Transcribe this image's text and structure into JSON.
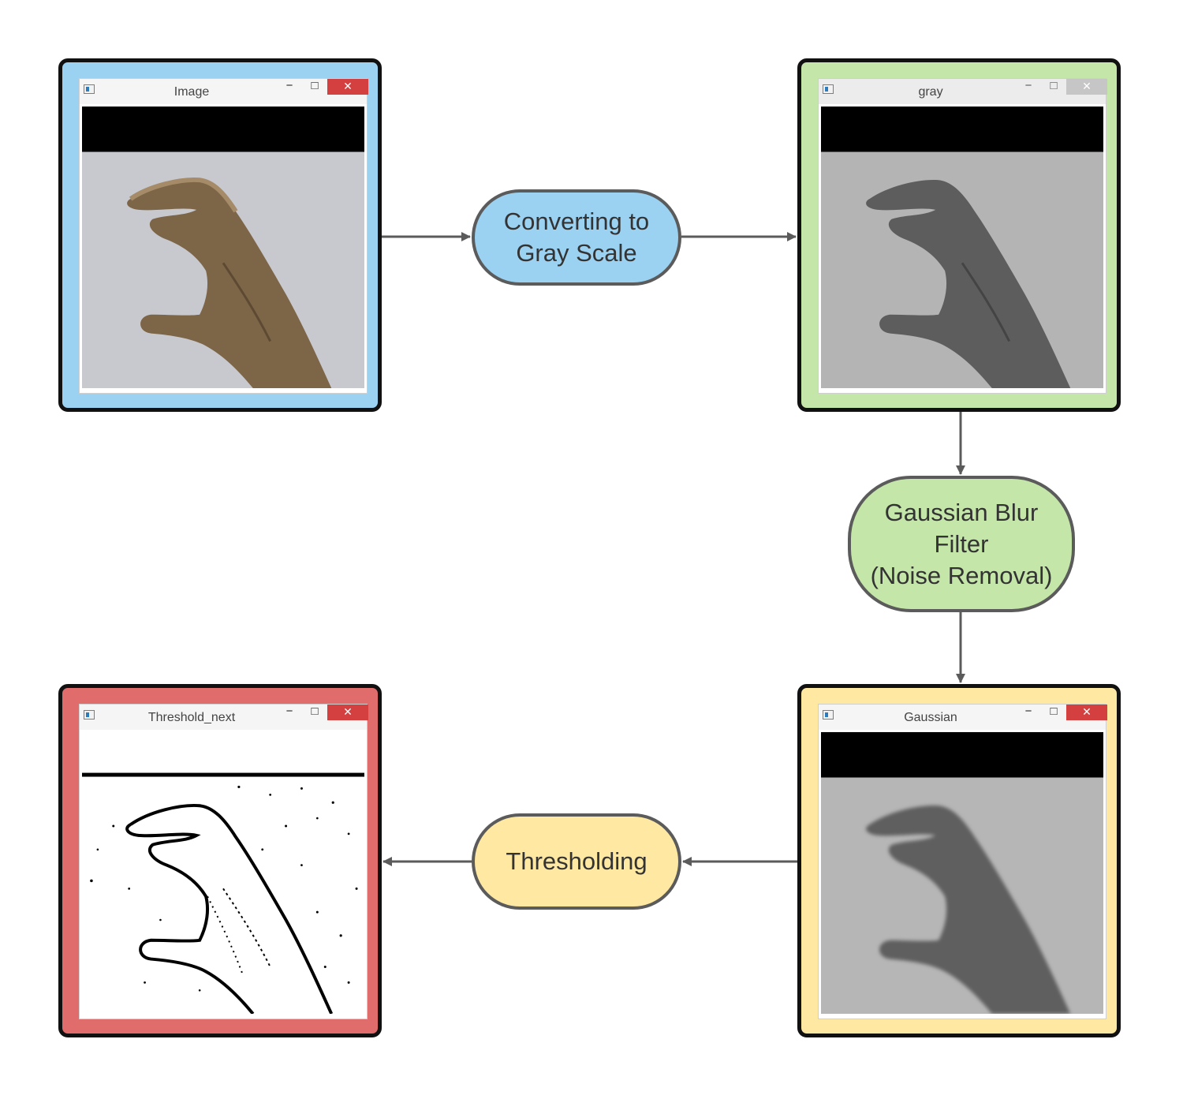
{
  "colors": {
    "stage1_frame": "#9bd1f1",
    "stage2_frame": "#c5e6a9",
    "stage3_frame": "#fee8a2",
    "stage4_frame": "#e06c6c",
    "arrow": "#5b5b5b",
    "node_border": "#5b5b5b"
  },
  "windows": {
    "image": {
      "title": "Image",
      "minimize": "−",
      "maximize": "□",
      "close": "✕"
    },
    "gray": {
      "title": "gray",
      "minimize": "−",
      "maximize": "□",
      "close": "✕"
    },
    "gaussian": {
      "title": "Gaussian",
      "minimize": "−",
      "maximize": "□",
      "close": "✕"
    },
    "threshold": {
      "title": "Threshold_next",
      "minimize": "−",
      "maximize": "□",
      "close": "✕"
    }
  },
  "nodes": {
    "grayscale": {
      "line1": "Converting to",
      "line2": "Gray Scale"
    },
    "gaussian": {
      "line1": "Gaussian Blur",
      "line2": "Filter",
      "line3": "(Noise Removal)"
    },
    "threshold": {
      "line1": "Thresholding"
    }
  }
}
